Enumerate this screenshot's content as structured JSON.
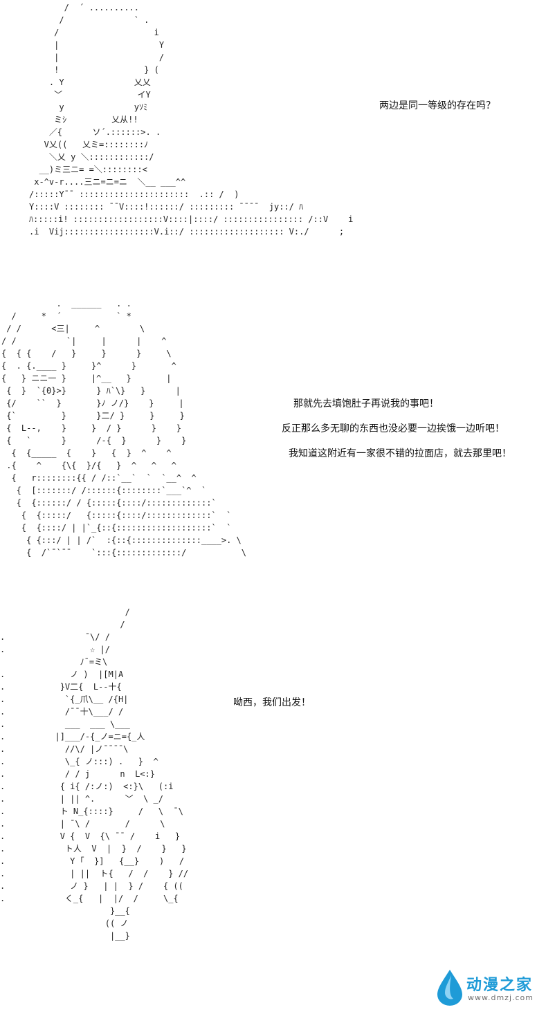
{
  "panels": [
    {
      "ascii_art": "       /  ´ ..........\n      /              ` .\n     /                   i\n     |                    Y\n     |                    /\n     !                 } (\n    . Y              乂乂\n     ﹀               イY\n      y              yｿﾐ\n     ミｼ         乂从!!\n    ／{      ソ´.::::::>. .\n   V乂((   乂ミ=::::::::ﾉ\n    ＼乂 y ＼::::::::::::/\n  __)ミ三ニ= =＼::::::::<\n x-^v-r....三ニ=ニ=ニ  ＼__ ___^^\n/:::::Y¯¯ ::::::::::::::::::::::  .:: /  )\nY::::V :::::::: ¯¯V::::!::::::/ ::::::::: ¯¯¯¯  jy::/ ﾊ\nﾊ:::::i! ::::::::::::::::::V::::|::::/ :::::::::::::::: /::V    i\n.i  Vij::::::::::::::::::V.i::/ ::::::::::::::::::: V:./      ;",
      "lines": [
        "两边是同一等级的存在吗？"
      ]
    },
    {
      "ascii_art": "           .  ______   . .\n  /     *  ´           ` *\n / /      <三|     ^        \\\n/ /          `|     |      |    ^\n{  { {    /   }     }      }     \\\n{  . {.____ }     }^      }       ^\n{   } ニニ一 }     |^__   }       |\n {  }  `{0}>}      } ﾊ`\\}   }      |\n {/    ``  }       }ﾉ ノ/}    }     |\n {`         }      }二/ }     }     }\n {  L--,    }     }  / }      }    }\n {   `      }      /-{  }      }    }\n  {  {_____  {    }   {  }  ^    ^\n .{    ^    {\\{  }/{   }  ^   ^   ^\n  {   r::::::::{{ / /::`__`  `  `__^  ^\n   {  [:::::::/ /::::::{::::::::`___`^  `\n   {  {::::::/ / {:::::{::::/:::::::::::::`\n    {  {:::::/   {:::::{::::/:::::::::::::`  `\n    {  {::::/ | |`_{::{:::::::::::::::::::`  `\n     { {:::/ | | /`  :{::{::::::::::::::____>. \\\n     {  /`¯`¯¯    `:::{:::::::::::::/           \\",
      "lines": [
        "那就先去填饱肚子再说我的事吧！",
        "反正那么多无聊的东西也没必要一边挨饿一边听吧！",
        "我知道这附近有一家很不错的拉面店，就去那里吧！"
      ]
    },
    {
      "ascii_art": "                         /\n                        /\n.                ¯\\/ /\n.                 ☆ |/\n                ﾉ¯=ミ\\\n.             ノ )  |[M|A\n.           }V二{  L--十{\n.            `{_爪\\__ /{H|\n.            /¯¯十\\___/ /\n.            ___  ___ \\___\n.          |]___/-{_ノ=ニ={_人\n.            //\\/ |ノ¯¯¯¯\\\n.            \\_{ ノ:::) .   }  ^\n.            / / j      n  L<:}\n.           { i{ /:ノ:)  <:}\\   (:i\n.           | || ^.      ﹀  \\ _/\n.           ト N_{::::}     /   \\  ¯\\\n.           | ¯\\ /       /      \\\n.           V {  V  {\\ ¯¯ /    i   }\n.            ト人  V  |  }  /    }   }\n.             Y ｢  }]   {__}    )   /\n.             | ||  ト{   /  /    } //\n.             ノ }   | |  } /    { ((\n.            く_{   |  |/  /     \\_{\n                      }__{\n                     (( ノ\n                      |__}",
      "lines": [
        "呦西，我们出发！"
      ]
    }
  ],
  "watermark": {
    "name": "动漫之家",
    "url": "www.dmzj.com",
    "colors": {
      "brand": "#1e9bd7",
      "drop_light": "#8fd3f4",
      "url": "#6f6f6f"
    }
  }
}
